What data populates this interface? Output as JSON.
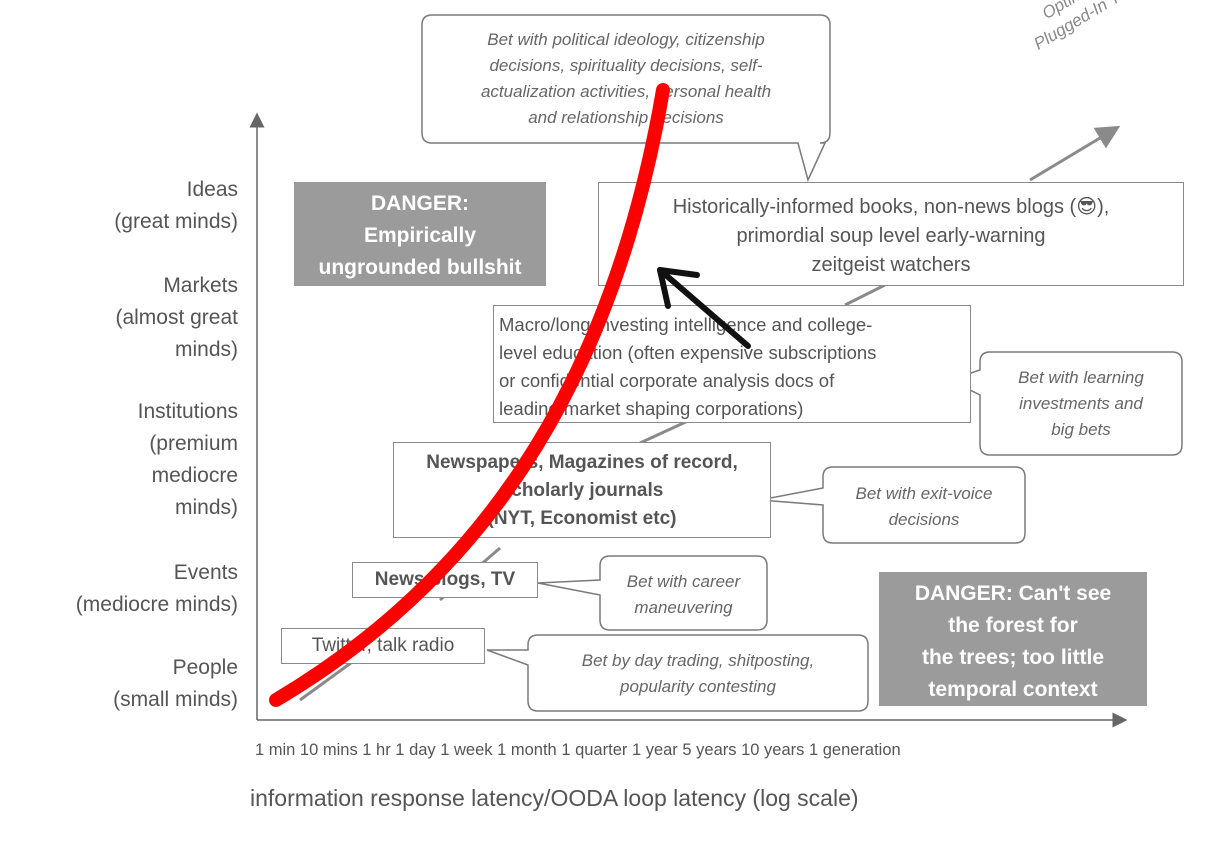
{
  "y_axis": {
    "ideas": "Ideas\n(great minds)",
    "markets": "Markets\n(almost great\nminds)",
    "institutions": "Institutions\n(premium\nmediocre\nminds)",
    "events": "Events\n(mediocre minds)",
    "people": "People\n(small minds)"
  },
  "x_axis": {
    "ticks": "1 min 10 mins 1 hr 1 day 1 week 1 month 1 quarter 1 year 5 years 10 years 1 generation",
    "title": "information response latency/OODA loop latency (log scale)"
  },
  "boxes": {
    "twitter": "Twitter, talk radio",
    "news": "News blogs, TV",
    "newspapers": "Newspapers, Magazines of record,\nscholarly journals\n(NYT, Economist etc)",
    "macro": "Macro/long investing intelligence and college-\nlevel education (often expensive subscriptions\nor confidential corporate analysis docs of\nleading market shaping corporations)",
    "books": "Historically-informed books, non-news blogs (😎),\nprimordial soup level early-warning\nzeitgeist watchers"
  },
  "danger": {
    "top_left": "DANGER:\nEmpirically\nungrounded bullshit",
    "bottom_right": "DANGER: Can't see\nthe forest for\nthe trees; too little\ntemporal context"
  },
  "bubbles": {
    "top": "Bet with political ideology, citizenship\ndecisions, spirituality decisions, self-\nactualization activities, personal health\nand relationship decisions",
    "learning": "Bet with learning\ninvestments and\nbig bets",
    "exit_voice": "Bet with exit-voice\ndecisions",
    "career": "Bet with career\nmaneuvering",
    "day_trading": "Bet by day trading, shitposting,\npopularity contesting"
  },
  "turnpike_label": "Optimal Alpha\nPlugged-In Turnpike",
  "colors": {
    "red_curve": "#ff0000",
    "danger_fill": "#9b9b9b",
    "axis": "#666666"
  }
}
